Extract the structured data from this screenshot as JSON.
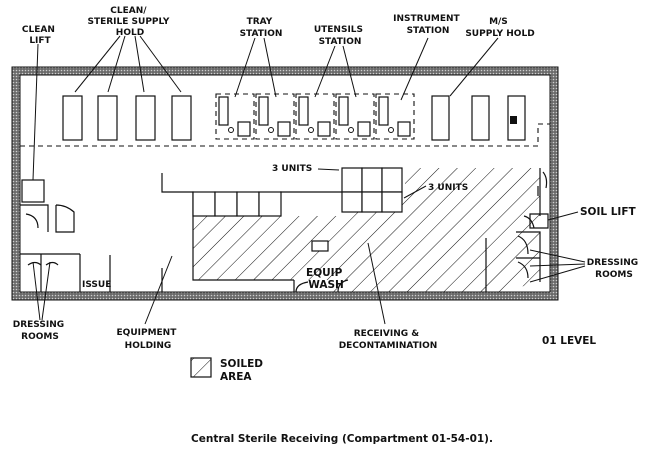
{
  "labels": {
    "clean_lift_1": "CLEAN",
    "clean_lift_2": "LIFT",
    "clean_sterile_1": "CLEAN/",
    "clean_sterile_2": "STERILE SUPPLY",
    "clean_sterile_3": "HOLD",
    "tray_1": "TRAY",
    "tray_2": "STATION",
    "utensils_1": "UTENSILS",
    "utensils_2": "STATION",
    "instrument_1": "INSTRUMENT",
    "instrument_2": "STATION",
    "ms_1": "M/S",
    "ms_2": "SUPPLY HOLD",
    "three_units_a": "3 UNITS",
    "three_units_b": "3 UNITS",
    "soil_lift": "SOIL LIFT",
    "dressing_right_1": "DRESSING",
    "dressing_right_2": "ROOMS",
    "issue": "ISSUE",
    "equip_wash_1": "EQUIP",
    "equip_wash_2": "WASH",
    "dressing_left_1": "DRESSING",
    "dressing_left_2": "ROOMS",
    "equipment_holding_1": "EQUIPMENT",
    "equipment_holding_2": "HOLDING",
    "receiving_1": "RECEIVING &",
    "receiving_2": "DECONTAMINATION",
    "level": "01 LEVEL"
  },
  "legend": {
    "soiled_1": "SOILED",
    "soiled_2": "AREA"
  },
  "caption": "Central Sterile Receiving (Compartment 01-54-01)."
}
